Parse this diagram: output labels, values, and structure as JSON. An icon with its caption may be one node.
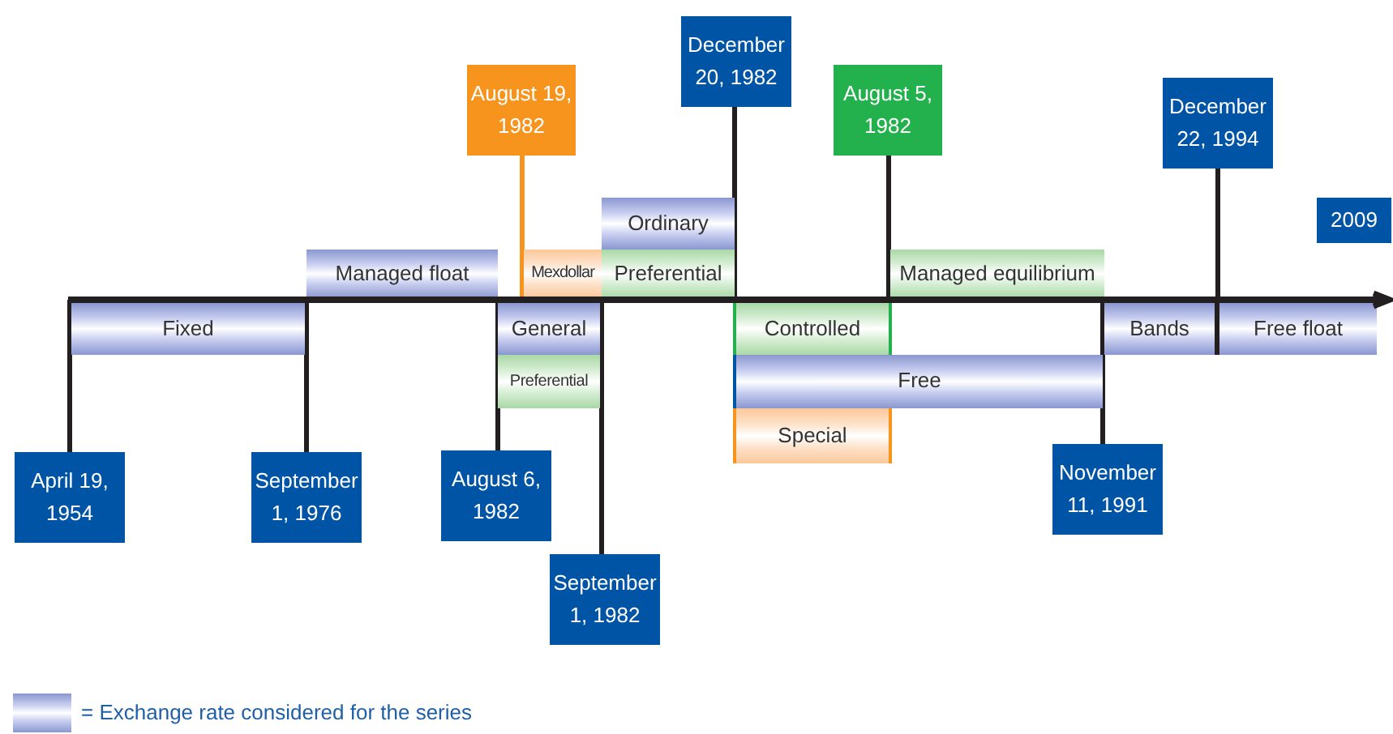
{
  "diagram": {
    "nodes": [
      {
        "text": [
          "April 19, 1954"
        ]
      },
      {
        "text": [
          "Fixed"
        ]
      },
      {
        "text": [
          "September 1, 1976"
        ]
      },
      {
        "text": [
          "Managed float"
        ]
      },
      {
        "text": [
          "August 6, 1982"
        ]
      },
      {
        "text": [
          "General"
        ]
      },
      {
        "text": [
          "Preferential"
        ]
      },
      {
        "text": [
          "September 1, 1982"
        ]
      },
      {
        "text": [
          "August 19, 1982"
        ]
      },
      {
        "text": [
          "Mexdollar"
        ]
      },
      {
        "text": [
          "Ordinary"
        ]
      },
      {
        "text": [
          "Preferential"
        ]
      },
      {
        "text": [
          "December 20, 1982"
        ]
      },
      {
        "text": [
          "Controlled"
        ]
      },
      {
        "text": [
          "Free"
        ]
      },
      {
        "text": [
          "Special"
        ]
      },
      {
        "text": [
          "August 5, 1982"
        ]
      },
      {
        "text": [
          "Managed equilibrium"
        ]
      },
      {
        "text": [
          "November 11, 1991"
        ]
      },
      {
        "text": [
          "Bands"
        ]
      },
      {
        "text": [
          "December 22, 1994"
        ]
      },
      {
        "text": [
          "Free float"
        ]
      },
      {
        "text": [
          "2009"
        ]
      },
      {
        "text": [],
        "shape": "arrow"
      }
    ],
    "edges": [
      {
        "from": 0,
        "to": 23,
        "arrow": "none"
      },
      {
        "from": 2,
        "to": 23,
        "arrow": "none"
      },
      {
        "from": 4,
        "to": 23,
        "arrow": "none"
      },
      {
        "from": 7,
        "to": 23,
        "arrow": "none"
      },
      {
        "from": 8,
        "to": 23,
        "arrow": "none",
        "color": "#f7941d"
      },
      {
        "from": 12,
        "to": 23,
        "arrow": "none"
      },
      {
        "from": 16,
        "to": 23,
        "arrow": "none"
      },
      {
        "from": 18,
        "to": 23,
        "arrow": "none"
      },
      {
        "from": 20,
        "to": 23,
        "arrow": "none"
      }
    ],
    "legend": [
      {
        "text": "= Exchange rate considered for the series"
      }
    ]
  }
}
